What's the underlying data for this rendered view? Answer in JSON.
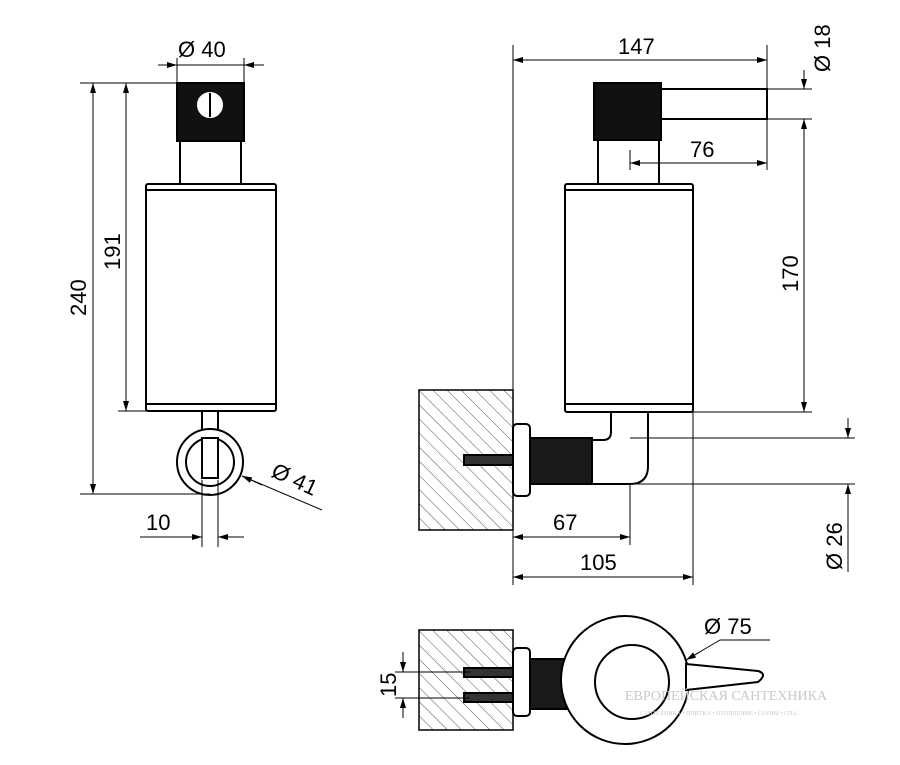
{
  "dimensions": {
    "front": {
      "dia_top": "Ø 40",
      "height_total": "240",
      "height_body": "191",
      "dia_ring": "Ø 41",
      "offset": "10"
    },
    "side": {
      "length_total": "147",
      "dia_spout": "Ø 18",
      "spout_len": "76",
      "height_body": "170",
      "depth_bracket": "67",
      "depth_total": "105",
      "dia_mount": "Ø 26"
    },
    "top": {
      "dia_ring": "Ø 75",
      "screw_gap": "15"
    }
  },
  "watermark": {
    "line1": "ЕВРОПЕЙСКАЯ САНТЕХНИКА",
    "line2": "САНТЕХНИКА • ПЛИТКА • ОТОПЛЕНИЕ • САУНЫ • СПА"
  }
}
